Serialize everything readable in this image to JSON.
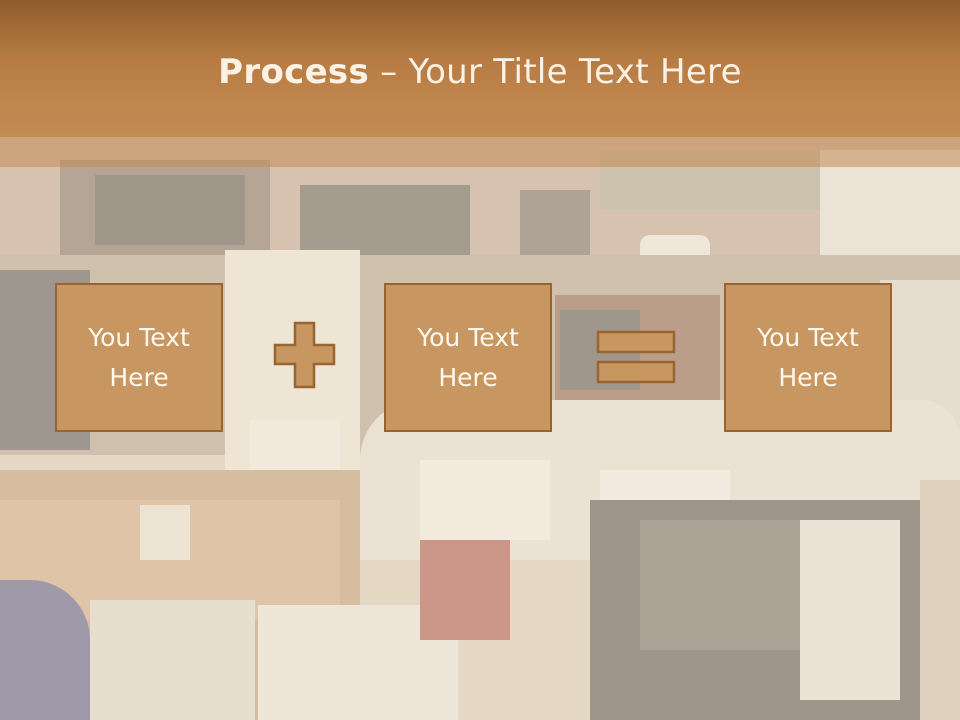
{
  "title": {
    "bold": "Process",
    "rest": " – Your Title Text Here"
  },
  "boxes": [
    {
      "label": "You Text\nHere"
    },
    {
      "label": "You Text\nHere"
    },
    {
      "label": "You Text\nHere"
    }
  ],
  "operators": {
    "first": "plus-icon",
    "second": "equals-icon"
  },
  "colors": {
    "title_bar": "#b87c43",
    "box_fill": "#c89660",
    "box_border": "#9a6430",
    "operator_fill": "#c89660",
    "text_light": "#fbf1e4"
  }
}
